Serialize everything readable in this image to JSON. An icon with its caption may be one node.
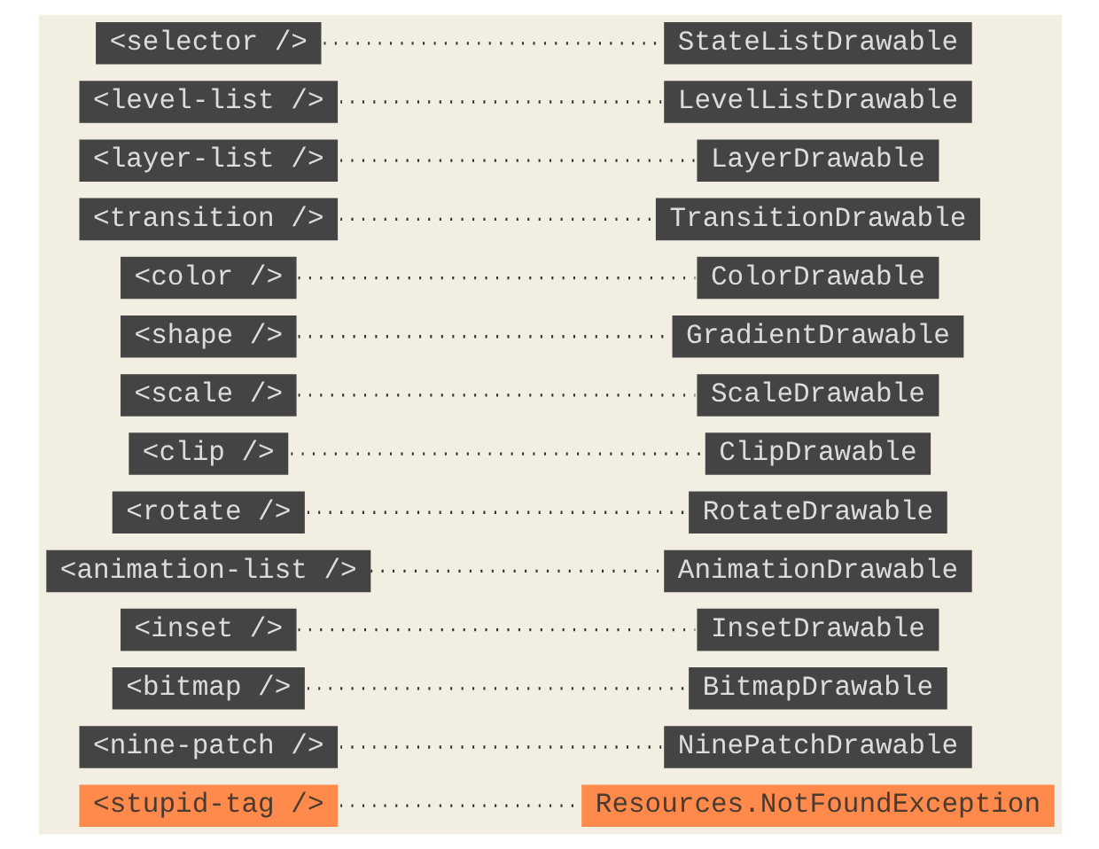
{
  "diagram": {
    "nodes": [
      {
        "text": [
          "<selector />"
        ]
      },
      {
        "text": [
          "StateListDrawable"
        ]
      },
      {
        "text": [
          "<level-list />"
        ]
      },
      {
        "text": [
          "LevelListDrawable"
        ]
      },
      {
        "text": [
          "<layer-list />"
        ]
      },
      {
        "text": [
          "LayerDrawable"
        ]
      },
      {
        "text": [
          "<transition />"
        ]
      },
      {
        "text": [
          "TransitionDrawable"
        ]
      },
      {
        "text": [
          "<color />"
        ]
      },
      {
        "text": [
          "ColorDrawable"
        ]
      },
      {
        "text": [
          "<shape />"
        ]
      },
      {
        "text": [
          "GradientDrawable"
        ]
      },
      {
        "text": [
          "<scale />"
        ]
      },
      {
        "text": [
          "ScaleDrawable"
        ]
      },
      {
        "text": [
          "<clip />"
        ]
      },
      {
        "text": [
          "ClipDrawable"
        ]
      },
      {
        "text": [
          "<rotate />"
        ]
      },
      {
        "text": [
          "RotateDrawable"
        ]
      },
      {
        "text": [
          "<animation-list />"
        ]
      },
      {
        "text": [
          "AnimationDrawable"
        ]
      },
      {
        "text": [
          "<inset />"
        ]
      },
      {
        "text": [
          "InsetDrawable"
        ]
      },
      {
        "text": [
          "<bitmap />"
        ]
      },
      {
        "text": [
          "BitmapDrawable"
        ]
      },
      {
        "text": [
          "<nine-patch />"
        ]
      },
      {
        "text": [
          "NinePatchDrawable"
        ]
      },
      {
        "text": [
          "<stupid-tag />"
        ]
      },
      {
        "text": [
          "Resources.NotFoundException"
        ]
      }
    ],
    "edges": [
      {
        "from": 0,
        "to": 1,
        "arrow": "none"
      },
      {
        "from": 2,
        "to": 3,
        "arrow": "none"
      },
      {
        "from": 4,
        "to": 5,
        "arrow": "none"
      },
      {
        "from": 6,
        "to": 7,
        "arrow": "none"
      },
      {
        "from": 8,
        "to": 9,
        "arrow": "none"
      },
      {
        "from": 10,
        "to": 11,
        "arrow": "none"
      },
      {
        "from": 12,
        "to": 13,
        "arrow": "none"
      },
      {
        "from": 14,
        "to": 15,
        "arrow": "none"
      },
      {
        "from": 16,
        "to": 17,
        "arrow": "none"
      },
      {
        "from": 18,
        "to": 19,
        "arrow": "none"
      },
      {
        "from": 20,
        "to": 21,
        "arrow": "none"
      },
      {
        "from": 22,
        "to": 23,
        "arrow": "none"
      },
      {
        "from": 24,
        "to": 25,
        "arrow": "none"
      },
      {
        "from": 26,
        "to": 27,
        "arrow": "none"
      }
    ]
  }
}
